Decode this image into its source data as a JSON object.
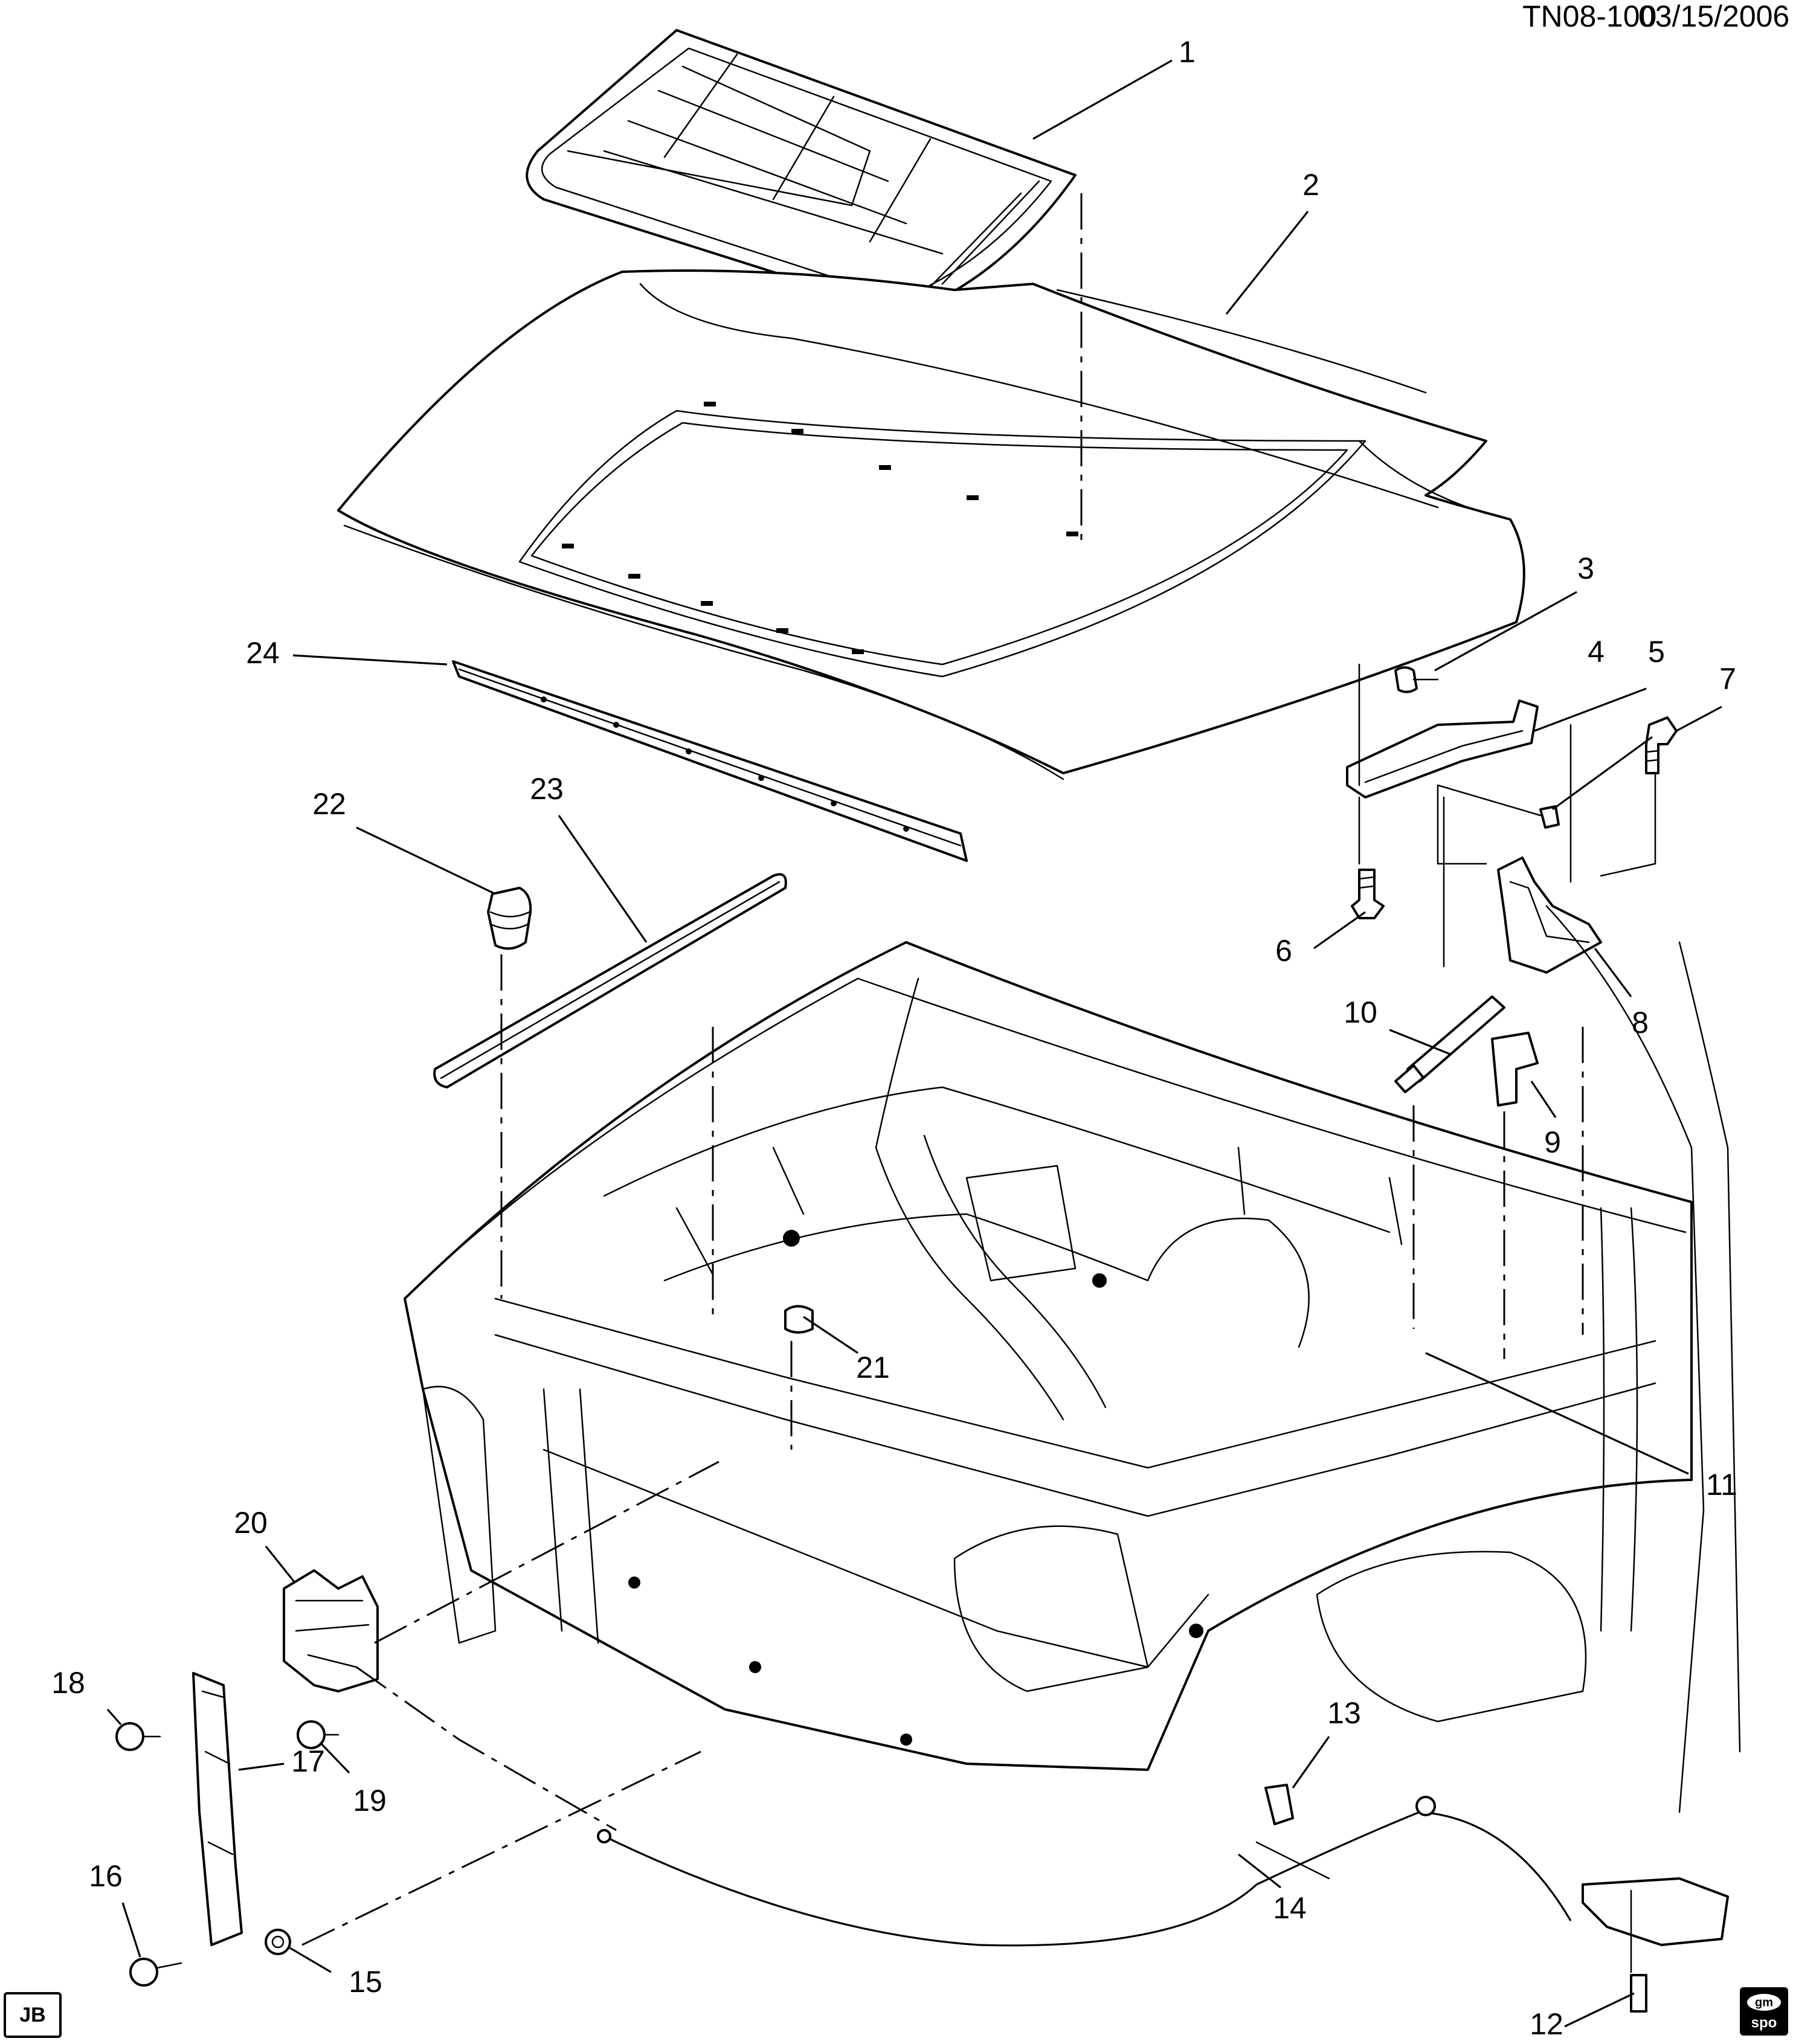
{
  "header": {
    "doc_id": "TN08-100",
    "date": "03/15/2006"
  },
  "corner_tag": "JB",
  "logo": {
    "top": "gm",
    "bottom": "spo"
  },
  "callouts": [
    "1",
    "2",
    "3",
    "4",
    "5",
    "6",
    "7",
    "8",
    "9",
    "10",
    "11",
    "12",
    "13",
    "14",
    "15",
    "16",
    "17",
    "18",
    "19",
    "20",
    "21",
    "22",
    "23",
    "24"
  ]
}
